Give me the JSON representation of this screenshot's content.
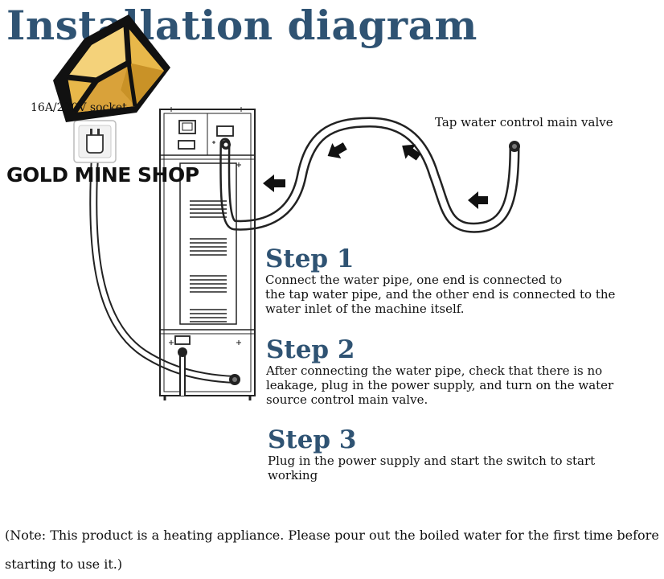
{
  "title": "Installation diagram",
  "labels": {
    "socket": "16A/220V socket",
    "valve": "Tap water control main valve"
  },
  "brand": {
    "name": "GOLD MINE SHOP",
    "logo_icon": "gold-bar-icon",
    "logo_color": "#e8b84a"
  },
  "steps": [
    {
      "title": "Step 1",
      "text": "Connect the water pipe, one end is connected to\nthe tap water pipe, and the other end is connected to the\nwater inlet of the machine itself."
    },
    {
      "title": "Step 2",
      "text": "After connecting the water pipe, check that there is no\nleakage, plug in the power supply, and turn on the water\nsource control main valve."
    },
    {
      "title": "Step 3",
      "text": "Plug in the power supply and start the switch to start\nworking"
    }
  ],
  "note": "(Note: This product is a heating appliance. Please pour out the boiled water for the first time before starting to use it.)",
  "colors": {
    "heading": "#2f5373",
    "text": "#111111"
  }
}
